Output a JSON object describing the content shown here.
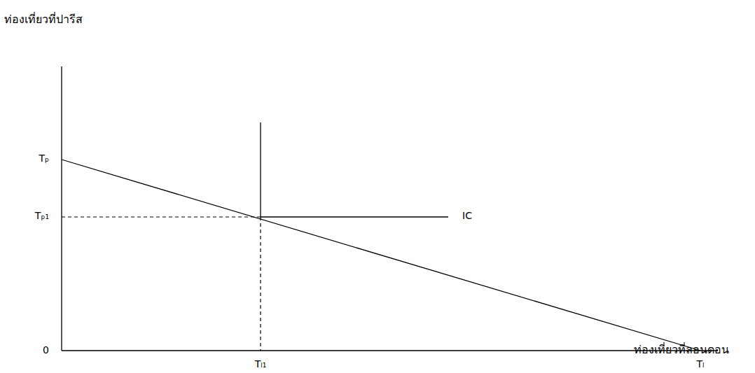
{
  "diagram": {
    "labels": [
      "ท่องเที่ยวที่ปารีส",
      "Tₚ",
      "Tₚ₁",
      "IC",
      "0",
      "Tₗ₁",
      "Tₗ",
      "ท่องเที่ยวที่ลอนดอน"
    ]
  }
}
